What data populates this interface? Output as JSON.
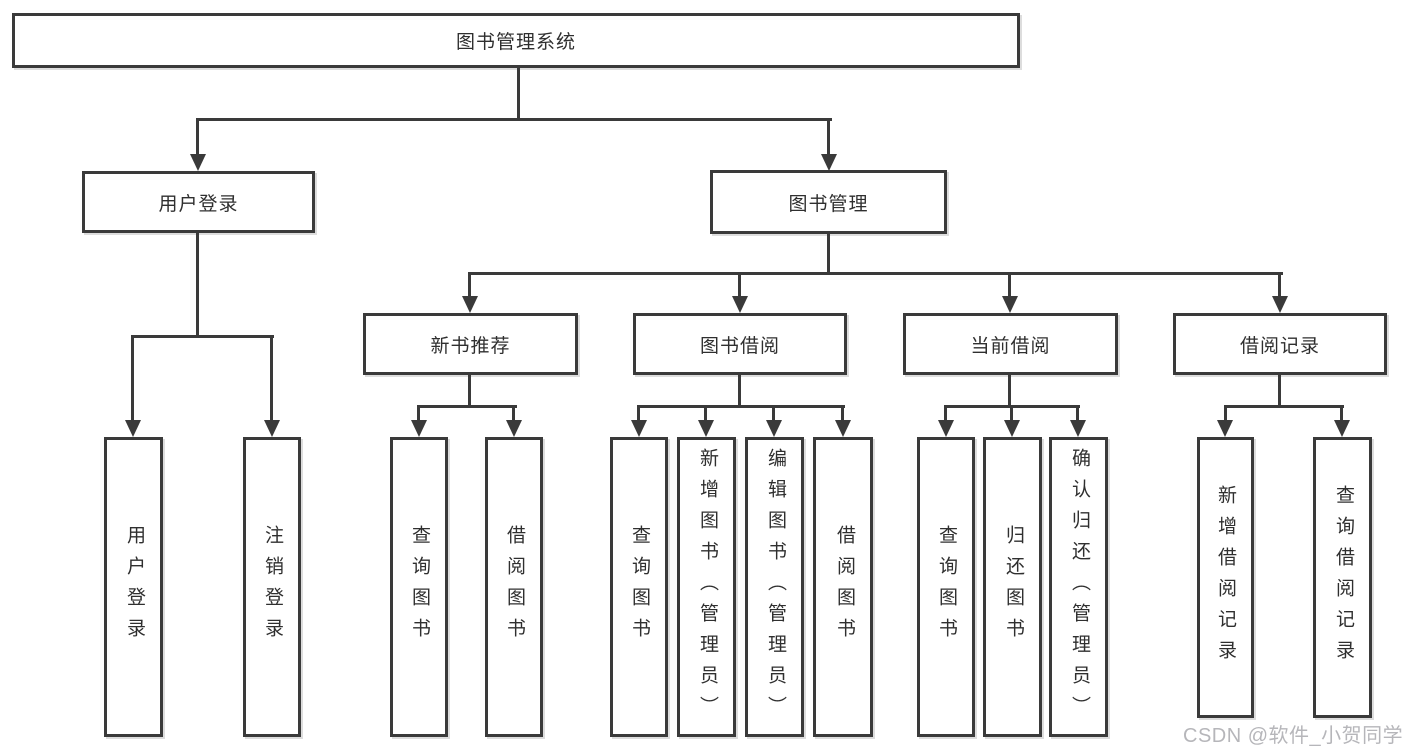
{
  "watermark": "CSDN @软件_小贺同学",
  "colors": {
    "line": "#3a3a3a",
    "text": "#2f2f2f",
    "watermark": "#b6b6ba",
    "background": "#ffffff"
  },
  "tree": {
    "root": {
      "label": "图书管理系统"
    },
    "branches": [
      {
        "label": "用户登录",
        "children": [
          {
            "label": "用户登录"
          },
          {
            "label": "注销登录"
          }
        ]
      },
      {
        "label": "图书管理",
        "children": [
          {
            "label": "新书推荐",
            "children": [
              {
                "label": "查询图书"
              },
              {
                "label": "借阅图书"
              }
            ]
          },
          {
            "label": "图书借阅",
            "children": [
              {
                "label": "查询图书"
              },
              {
                "label": "新增图书（管理员）"
              },
              {
                "label": "编辑图书（管理员）"
              },
              {
                "label": "借阅图书"
              }
            ]
          },
          {
            "label": "当前借阅",
            "children": [
              {
                "label": "查询图书"
              },
              {
                "label": "归还图书"
              },
              {
                "label": "确认归还（管理员）"
              }
            ]
          },
          {
            "label": "借阅记录",
            "children": [
              {
                "label": "新增借阅记录"
              },
              {
                "label": "查询借阅记录"
              }
            ]
          }
        ]
      }
    ]
  }
}
